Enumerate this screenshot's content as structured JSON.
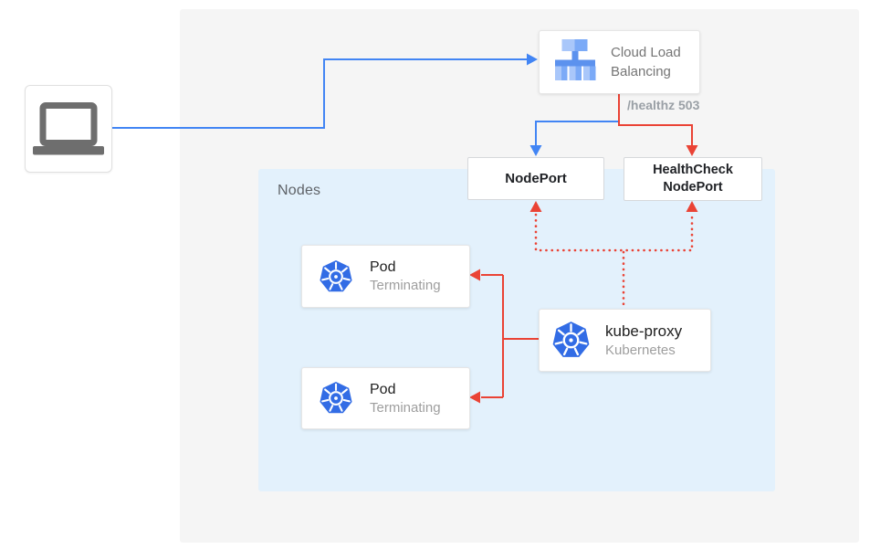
{
  "diagram": {
    "client": {
      "icon": "laptop"
    },
    "load_balancer": {
      "label": "Cloud Load Balancing"
    },
    "healthz_badge": "/healthz 503",
    "node_port": {
      "label": "NodePort"
    },
    "healthcheck_node_port": {
      "line1": "HealthCheck",
      "line2": "NodePort"
    },
    "nodes_panel": {
      "label": "Nodes"
    },
    "pods": [
      {
        "title": "Pod",
        "status": "Terminating"
      },
      {
        "title": "Pod",
        "status": "Terminating"
      }
    ],
    "kube_proxy": {
      "title": "kube-proxy",
      "subtitle": "Kubernetes"
    }
  },
  "colors": {
    "traffic_blue": "#4285F4",
    "health_red": "#EA4335",
    "outer_panel_bg": "#F5F5F5",
    "nodes_panel_bg": "#E3F1FC",
    "kubernetes_blue": "#326CE5",
    "lb_icon_light": "#A9C7FA",
    "lb_icon_medium": "#7BAAF7",
    "lb_icon_core": "#5C92EE",
    "laptop_gray": "#6E6E6E",
    "text_dark": "#212121",
    "text_gray": "#757575",
    "badge_gray": "#9AA0A6"
  }
}
